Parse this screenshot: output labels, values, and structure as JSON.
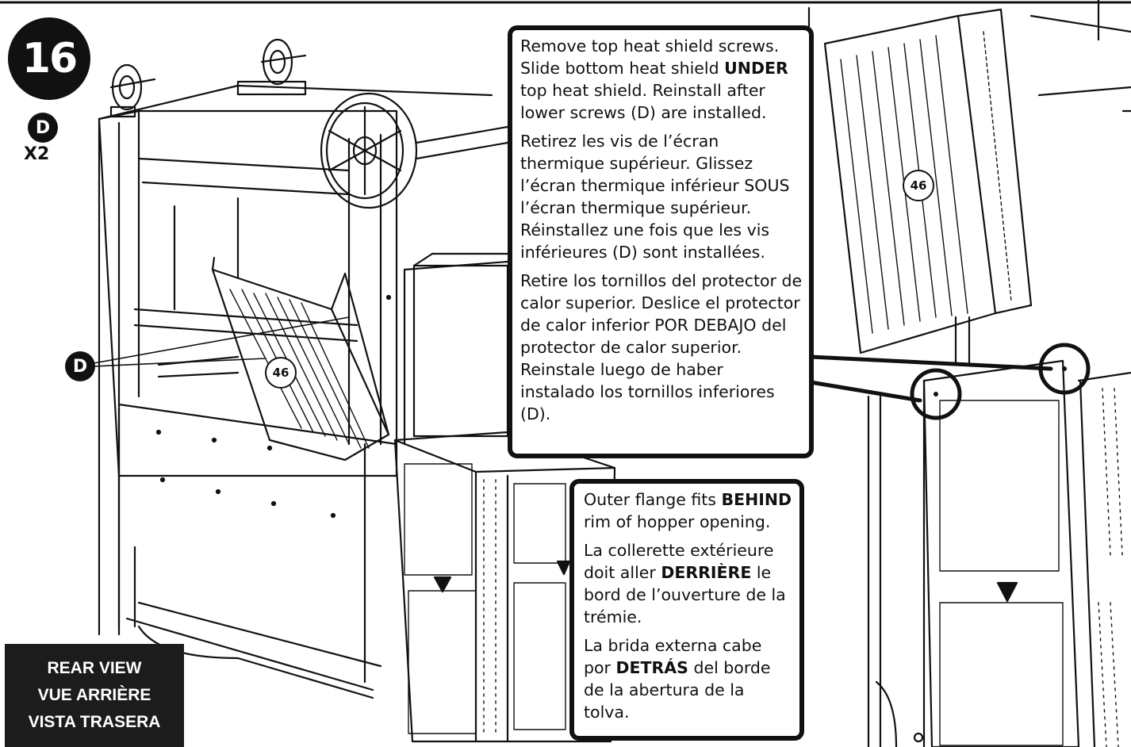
{
  "step": {
    "number": "16"
  },
  "parts": [
    {
      "letter": "D",
      "quantity": "X2"
    }
  ],
  "labels": {
    "pointer_d": "D",
    "part_46_a": "46",
    "part_46_b": "46"
  },
  "instructions": {
    "heat_shield": {
      "en_pre": "Remove top heat shield screws. Slide bottom heat shield ",
      "en_bold": "UNDER",
      "en_post": " top heat shield. Reinstall after lower screws (D) are installed.",
      "fr": "Retirez les vis de l’écran thermique supérieur. Glissez l’écran thermique inférieur SOUS l’écran thermique supérieur. Réinstallez une fois que les vis inférieures (D) sont installées.",
      "es": "Retire los tornillos del protector de calor superior. Deslice el protector de calor inferior POR DEBAJO del protector de calor superior. Reinstale luego de haber instalado los tornillos inferiores (D)."
    },
    "flange": {
      "en_pre": "Outer flange fits ",
      "en_bold": "BEHIND",
      "en_post": " rim of hopper opening.",
      "fr_pre": "La collerette extérieure doit aller ",
      "fr_bold": "DERRIÈRE",
      "fr_post": " le bord de l’ouverture de la trémie.",
      "es_pre": "La brida externa cabe por ",
      "es_bold": "DETRÁS",
      "es_post": " del borde de la abertura de la tolva."
    }
  },
  "view_label": {
    "en": "REAR VIEW",
    "fr": "VUE ARRIÈRE",
    "es": "VISTA TRASERA"
  }
}
